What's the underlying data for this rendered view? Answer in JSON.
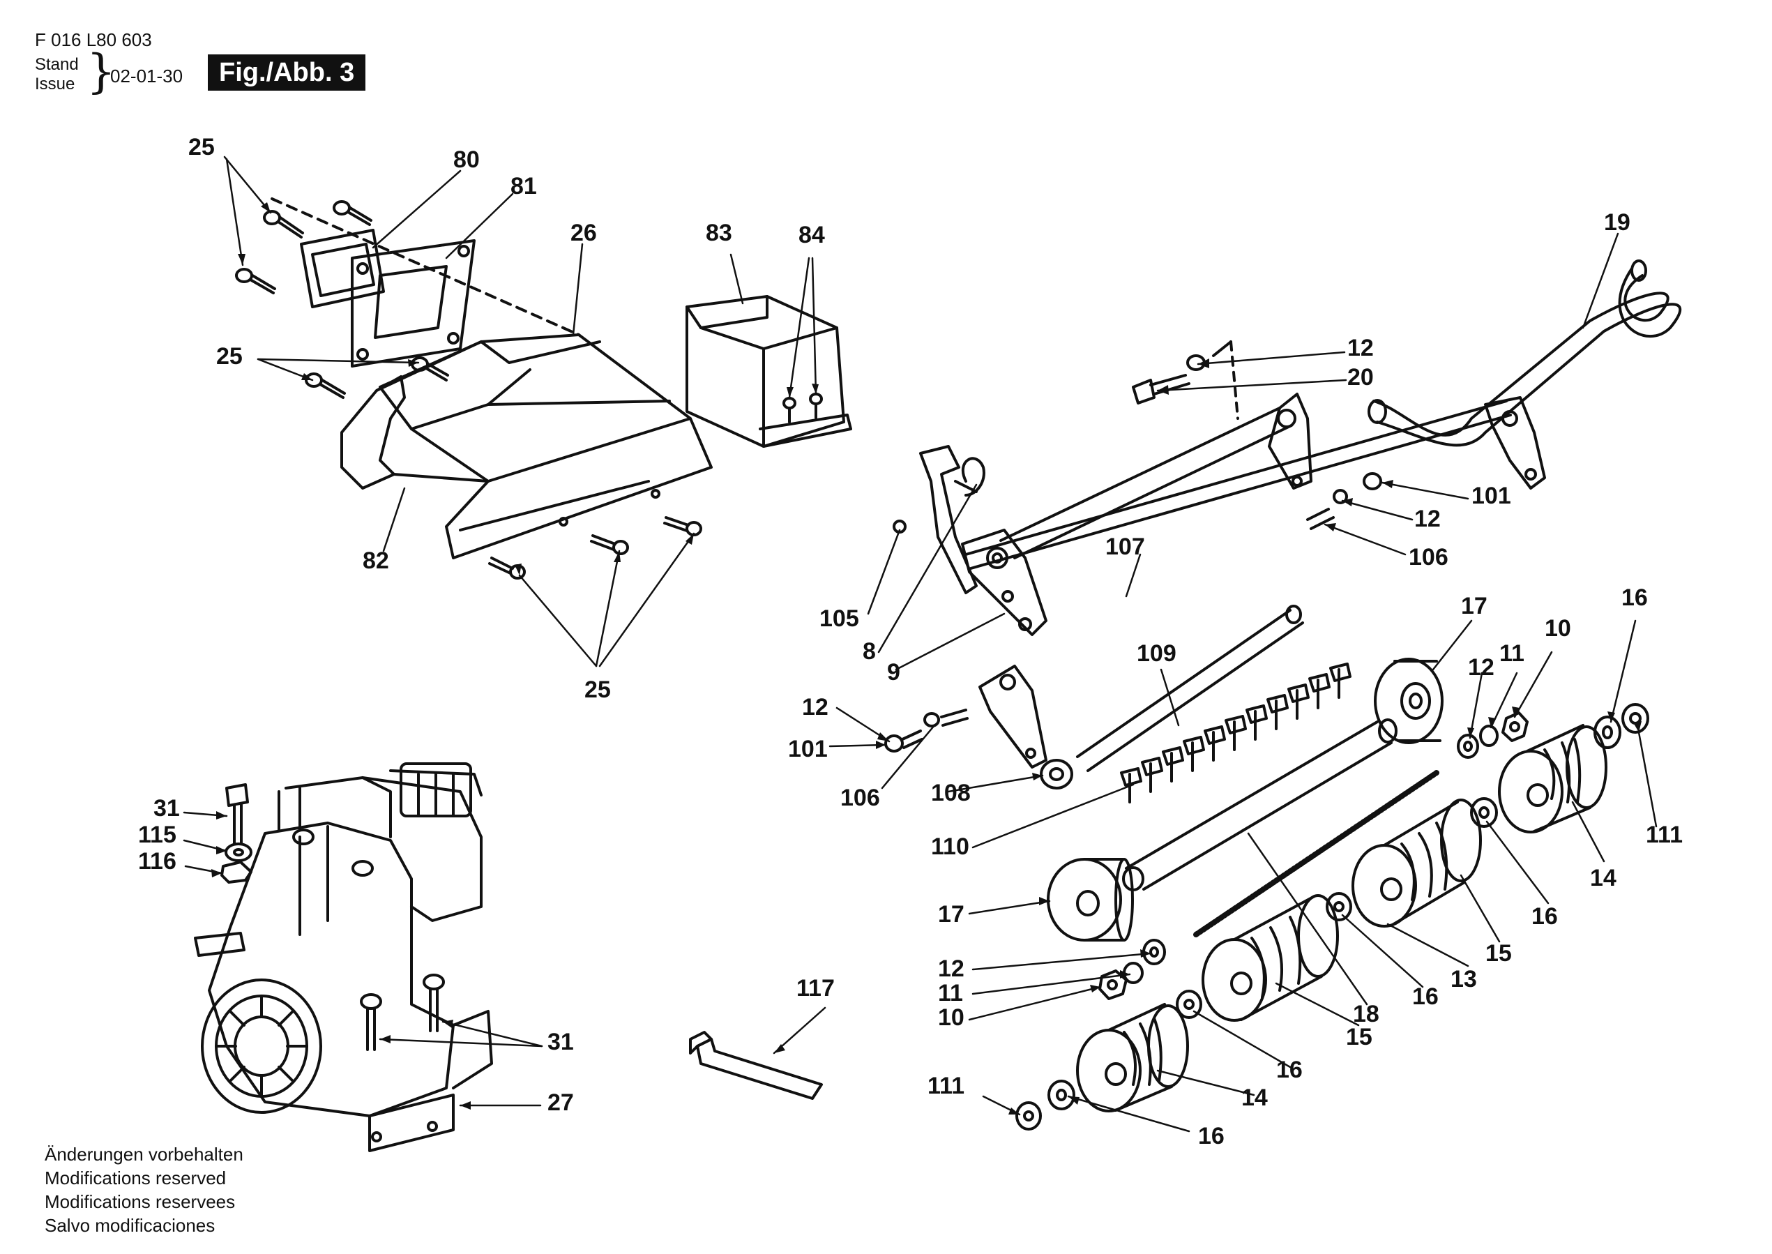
{
  "header": {
    "doc_number": "F 016 L80 603",
    "stand_label": "Stand",
    "issue_label": "Issue",
    "brace": "}",
    "issue_date": "02-01-30",
    "figure_label": "Fig./Abb. 3"
  },
  "callouts": {
    "c25a": "25",
    "c80": "80",
    "c81": "81",
    "c26": "26",
    "c83": "83",
    "c84": "84",
    "c25b": "25",
    "c82": "82",
    "c25c": "25",
    "c19": "19",
    "c12a": "12",
    "c20": "20",
    "c101a": "101",
    "c12b": "12",
    "c106a": "106",
    "c107": "107",
    "c105": "105",
    "c8": "8",
    "c9": "9",
    "c109": "109",
    "c17a": "17",
    "c16a": "16",
    "c12c": "12",
    "c11a": "11",
    "c10a": "10",
    "c12d": "12",
    "c101b": "101",
    "c106b": "106",
    "c108": "108",
    "c110": "110",
    "c111a": "111",
    "c14a": "14",
    "c16b": "16",
    "c15a": "15",
    "c13": "13",
    "c16c": "16",
    "c17b": "17",
    "c12e": "12",
    "c11b": "11",
    "c10b": "10",
    "c18": "18",
    "c15b": "15",
    "c16d": "16",
    "c14b": "14",
    "c111b": "111",
    "c16e": "16",
    "c31a": "31",
    "c115": "115",
    "c116": "116",
    "c31b": "31",
    "c27": "27",
    "c117": "117"
  },
  "notes": {
    "line1": "Änderungen vorbehalten",
    "line2": "Modifications reserved",
    "line3": "Modifications reservees",
    "line4": "Salvo modificaciones"
  }
}
